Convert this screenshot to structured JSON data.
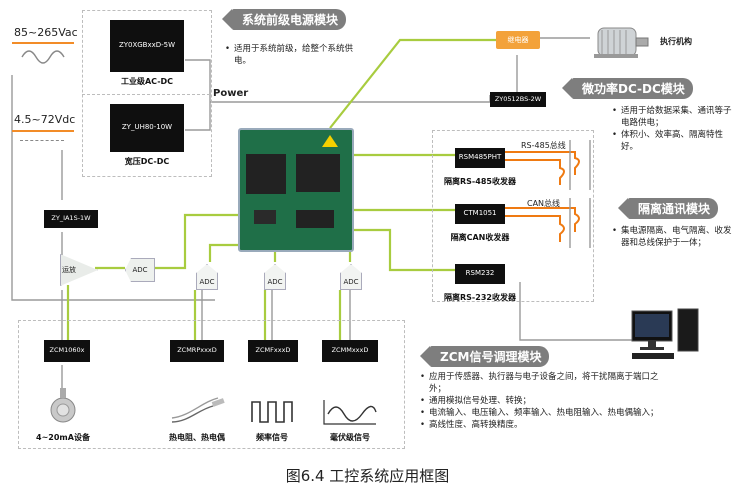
{
  "power": {
    "input_ac": "85~265Vac",
    "input_dc": "4.5~72Vdc",
    "ac_module_chip": "ZY0XGBxxD-5W",
    "ac_module_label": "工业级AC-DC",
    "dc_module_chip": "ZY_UH80-10W",
    "dc_module_label": "宽压DC-DC",
    "bus_label": "Power",
    "section_title": "系统前级电源模块",
    "bullets": [
      "适用于系统前级，给整个系统供电。"
    ]
  },
  "actuator": {
    "relay_label": "继电器",
    "label": "执行机构"
  },
  "micro_dcdc": {
    "chip": "ZY0512BS-2W",
    "section_title": "微功率DC-DC模块",
    "bullets": [
      "适用于给数据采集、通讯等子电路供电；",
      "体积小、效率高、隔离特性好。"
    ]
  },
  "isolation": {
    "rs485_chip": "RSM485PHT",
    "rs485_label": "隔离RS-485收发器",
    "rs485_bus": "RS-485总线",
    "can_chip": "CTM1051",
    "can_label": "隔离CAN收发器",
    "can_bus": "CAN总线",
    "rs232_chip": "RSM232",
    "rs232_label": "隔离RS-232收发器",
    "section_title": "隔离通讯模块",
    "bullets": [
      "集电源隔离、电气隔离、收发器和总线保护于一体；"
    ]
  },
  "left_chain": {
    "chip": "ZY_IA1S-1W",
    "opamp": "运放",
    "adc": "ADC"
  },
  "adc_labels": [
    "ADC",
    "ADC",
    "ADC"
  ],
  "zcm": {
    "section_title": "ZCM信号调理模块",
    "chips": [
      "ZCM1060x",
      "ZCMRPxxxD",
      "ZCMFxxxD",
      "ZCMMxxxD"
    ],
    "sensor_labels": [
      "4~20mA设备",
      "热电阻、热电偶",
      "频率信号",
      "毫伏级信号"
    ],
    "bullets": [
      "应用于传感器、执行器与电子设备之间，将干扰隔离于端口之外；",
      "通用模拟信号处理、转换；",
      "电流输入、电压输入、频率输入、热电阻输入、热电偶输入；",
      "高线性度、高转换精度。"
    ]
  },
  "caption": "图6.4  工控系统应用框图"
}
